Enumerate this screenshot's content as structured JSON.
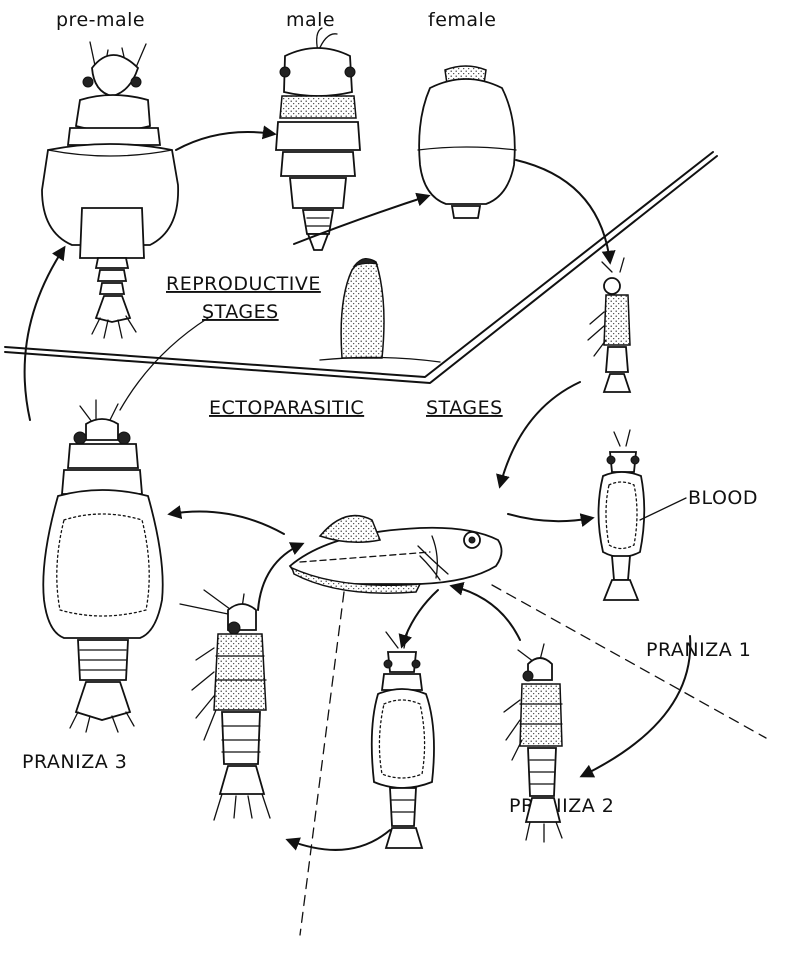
{
  "labels": {
    "pre_male": "pre-male",
    "male": "male",
    "female": "female",
    "reproductive_line1": "REPRODUCTIVE",
    "reproductive_line2": "STAGES",
    "ectoparasitic_word1": "ECTOPARASITIC",
    "ectoparasitic_word2": "STAGES",
    "blood": "BLOOD",
    "praniza_1": "PRANIZA 1",
    "praniza_2": "PRANIZA 2",
    "praniza_3": "PRANIZA 3"
  }
}
